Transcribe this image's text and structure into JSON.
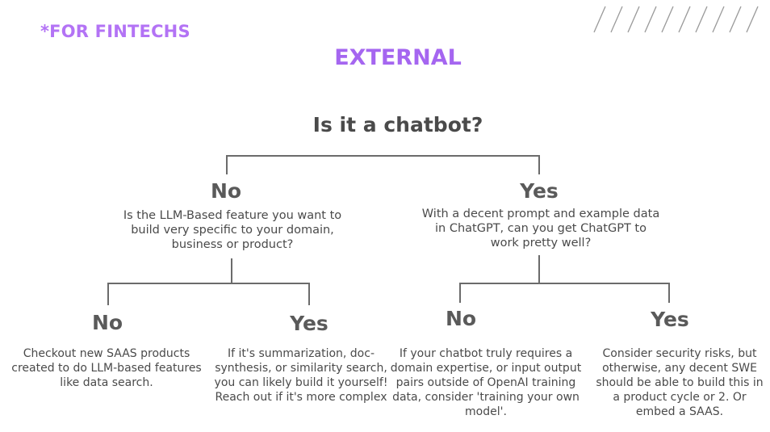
{
  "header": {
    "tag": "*FOR FINTECHS",
    "title": "EXTERNAL"
  },
  "root": {
    "question": "Is it a chatbot?"
  },
  "no_branch": {
    "label": "No",
    "question": "Is the LLM-Based feature you want to build very specific to your domain, business or product?",
    "no": {
      "label": "No",
      "text": "Checkout new SAAS products created to do LLM-based features like data search."
    },
    "yes": {
      "label": "Yes",
      "text": "If it's summarization, doc-synthesis, or similarity search, you can likely build it yourself! Reach out if it's more complex"
    }
  },
  "yes_branch": {
    "label": "Yes",
    "question": "With a decent prompt and example data in ChatGPT, can you get ChatGPT to work pretty well?",
    "no": {
      "label": "No",
      "text": "If your chatbot truly requires a domain expertise, or input output pairs outside of OpenAI training data, consider 'training your own model'."
    },
    "yes": {
      "label": "Yes",
      "text": "Consider security risks, but otherwise, any decent SWE should be able to build this in a product cycle or 2. Or embed a SAAS."
    }
  },
  "colors": {
    "accent": "#a566f0",
    "line": "#6b6b6b",
    "text": "#4a4a4a"
  }
}
